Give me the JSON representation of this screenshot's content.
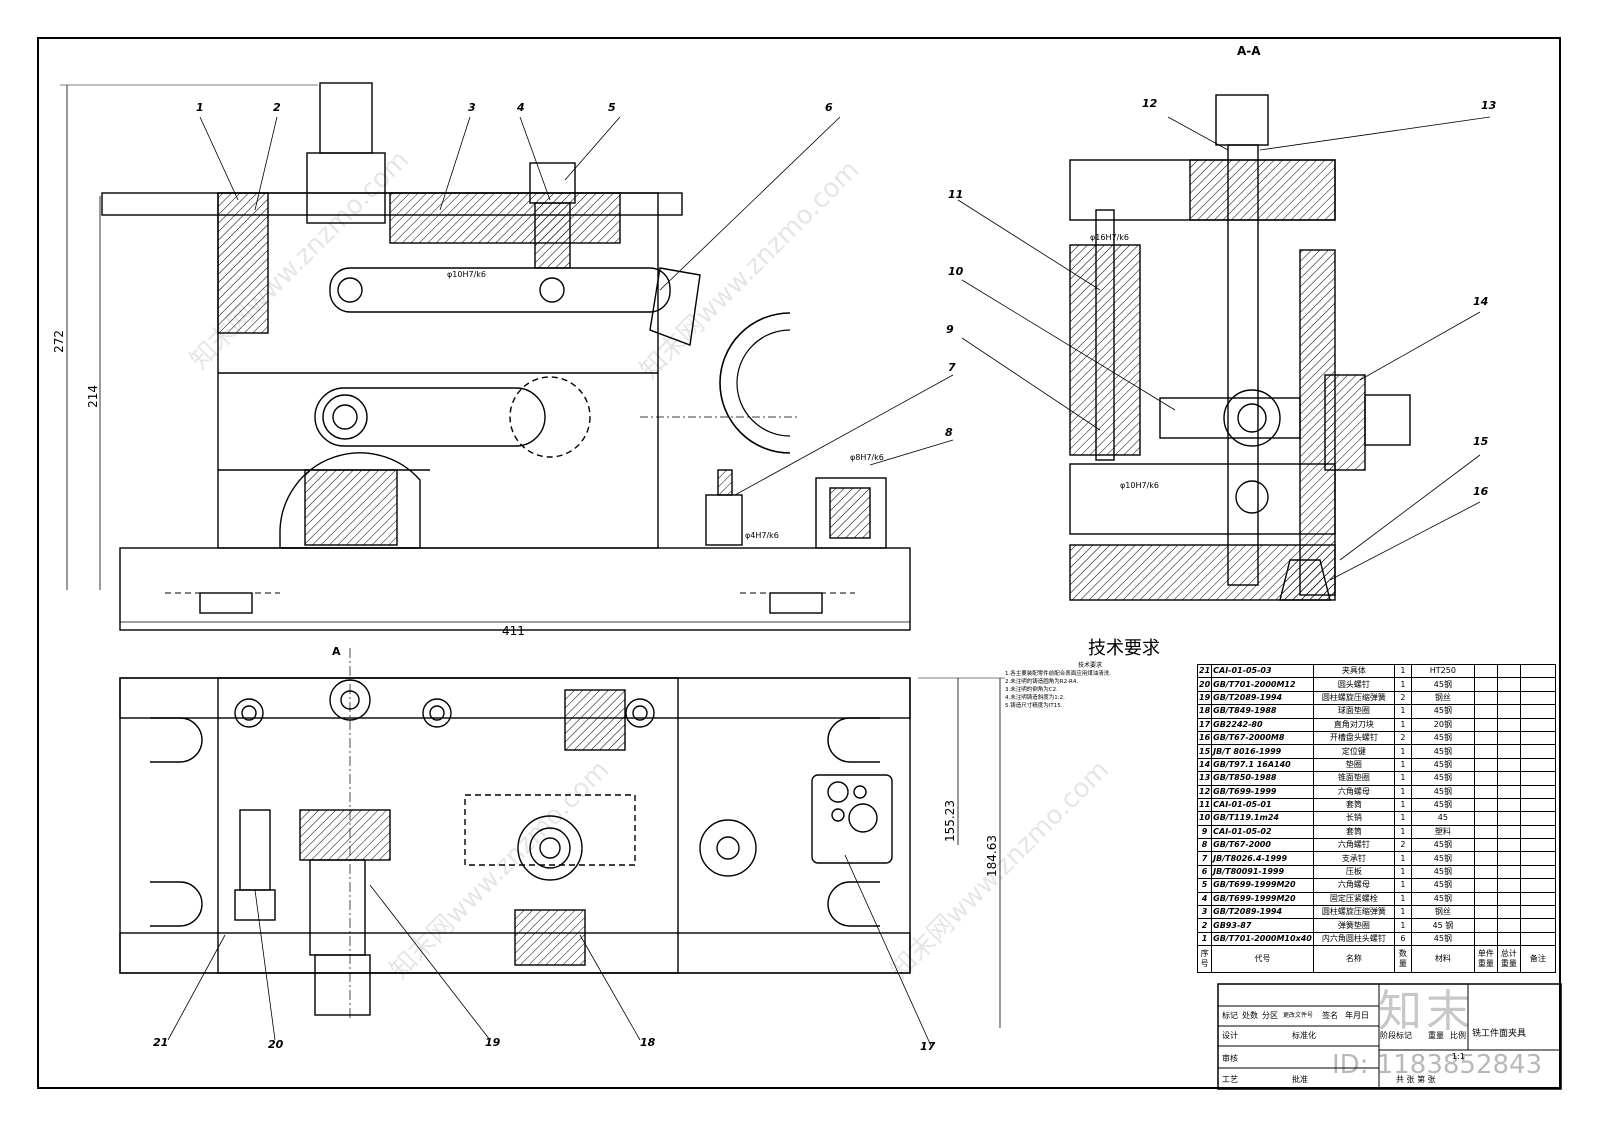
{
  "labels": {
    "front": [
      "1",
      "2",
      "3",
      "4",
      "5",
      "6",
      "7",
      "8"
    ],
    "side": [
      "9",
      "10",
      "11",
      "12",
      "13",
      "14",
      "15",
      "16"
    ],
    "plan": [
      "17",
      "18",
      "19",
      "20",
      "21"
    ]
  },
  "dims": {
    "overall_height": "272",
    "body_height": "214",
    "length": "411",
    "plan_w1": "155.23",
    "plan_w2": "184.63",
    "fit1": "φ10H7/k6",
    "fit2": "φ4H7/k6",
    "fit3": "φ8H7/k6",
    "fit4": "φ16H7/k6",
    "fit5": "φ10H7/k6"
  },
  "section_label": "A-A",
  "section_arrow": "A",
  "tech_requirements_title": "技术要求",
  "tech_small": {
    "heading": "技术要求",
    "items": [
      "1.各主要装配零件前配合表面应用煤油清洗.",
      "2.未注明的铸造圆角为R2-R4.",
      "3.未注明的倒角为C2.",
      "4.未注明铸造斜度为1:2.",
      "5.铸造尺寸精度为IT15."
    ]
  },
  "bom": {
    "rows": [
      [
        "21",
        "CAI-01-05-03",
        "夹具体",
        "1",
        "HT250",
        "",
        "",
        ""
      ],
      [
        "20",
        "GB/T701-2000M12",
        "圆头螺钉",
        "1",
        "45钢",
        "",
        "",
        ""
      ],
      [
        "19",
        "GB/T2089-1994",
        "圆柱螺旋压缩弹簧",
        "2",
        "钢丝",
        "",
        "",
        ""
      ],
      [
        "18",
        "GB/T849-1988",
        "球面垫圈",
        "1",
        "45钢",
        "",
        "",
        ""
      ],
      [
        "17",
        "GB2242-80",
        "直角对刀块",
        "1",
        "20钢",
        "",
        "",
        ""
      ],
      [
        "16",
        "GB/T67-2000M8",
        "开槽盘头螺钉",
        "2",
        "45钢",
        "",
        "",
        ""
      ],
      [
        "15",
        "JB/T 8016-1999",
        "定位键",
        "1",
        "45钢",
        "",
        "",
        ""
      ],
      [
        "14",
        "GB/T97.1 16A140",
        "垫圈",
        "1",
        "45钢",
        "",
        "",
        ""
      ],
      [
        "13",
        "GB/T850-1988",
        "锥面垫圈",
        "1",
        "45钢",
        "",
        "",
        ""
      ],
      [
        "12",
        "GB/T699-1999",
        "六角螺母",
        "1",
        "45钢",
        "",
        "",
        ""
      ],
      [
        "11",
        "CAI-01-05-01",
        "套筒",
        "1",
        "45钢",
        "",
        "",
        ""
      ],
      [
        "10",
        "GB/T119.1m24",
        "长销",
        "1",
        "45",
        "",
        "",
        ""
      ],
      [
        "9",
        "CAI-01-05-02",
        "套筒",
        "1",
        "塑料",
        "",
        "",
        ""
      ],
      [
        "8",
        "GB/T67-2000",
        "六角螺钉",
        "2",
        "45钢",
        "",
        "",
        ""
      ],
      [
        "7",
        "JB/T8026.4-1999",
        "支承钉",
        "1",
        "45钢",
        "",
        "",
        ""
      ],
      [
        "6",
        "JB/T80091-1999",
        "压板",
        "1",
        "45钢",
        "",
        "",
        ""
      ],
      [
        "5",
        "GB/T699-1999M20",
        "六角螺母",
        "1",
        "45钢",
        "",
        "",
        ""
      ],
      [
        "4",
        "GB/T699-1999M20",
        "固定压紧螺栓",
        "1",
        "45钢",
        "",
        "",
        ""
      ],
      [
        "3",
        "GB/T2089-1994",
        "圆柱螺旋压缩弹簧",
        "1",
        "钢丝",
        "",
        "",
        ""
      ],
      [
        "2",
        "GB93-87",
        "弹簧垫圈",
        "1",
        "45 钢",
        "",
        "",
        ""
      ],
      [
        "1",
        "GB/T701-2000M10x40",
        "内六角圆柱头螺钉",
        "6",
        "45钢",
        "",
        "",
        ""
      ]
    ],
    "header": [
      "序号",
      "代号",
      "名称",
      "数量",
      "材料",
      "单件重量",
      "总计重量",
      "备注"
    ]
  },
  "title_block": {
    "part_name": "铣工件面夹具",
    "scale": "1:1",
    "labels": [
      "标记",
      "处数",
      "分区",
      "更改文件号",
      "签名",
      "年月日",
      "设计",
      "标准化",
      "阶段标记",
      "重量",
      "比例",
      "审核",
      "工艺",
      "批准",
      "共 张 第 张"
    ]
  },
  "watermark": {
    "text": "知末网www.znzmo.com",
    "logo": "知末",
    "id": "ID: 1183852843"
  }
}
